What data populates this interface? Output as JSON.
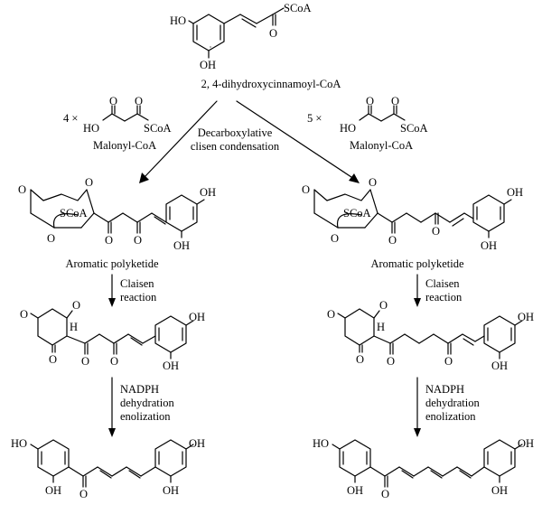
{
  "atoms": {
    "OH": "OH",
    "HO": "HO",
    "O": "O",
    "H": "H",
    "SCoA": "SCoA"
  },
  "reagents": {
    "start": "2, 4-dihydroxycinnamoyl-CoA",
    "left_count": "4 ×",
    "right_count": "5 ×",
    "malonyl": "Malonyl-CoA"
  },
  "steps": {
    "condensation": [
      "Decarboxylative",
      "clisen condensation"
    ],
    "claisen": [
      "Claisen",
      "reaction"
    ],
    "reduction": [
      "NADPH",
      "dehydration",
      "enolization"
    ]
  },
  "intermediates": {
    "polyketide": "Aromatic polyketide"
  }
}
